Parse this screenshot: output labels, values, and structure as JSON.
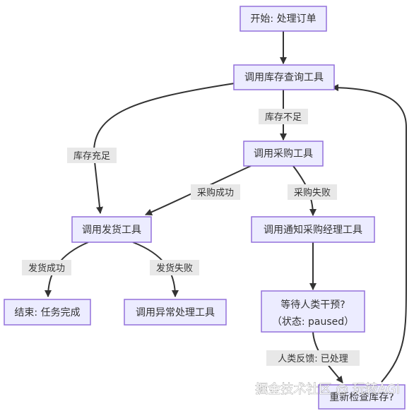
{
  "diagram": {
    "nodes": {
      "start": "开始: 处理订单",
      "query_inventory": "调用库存查询工具",
      "purchase": "调用采购工具",
      "ship": "调用发货工具",
      "notify_manager": "调用通知采购经理工具",
      "wait_human_line1": "等待人类干预?",
      "wait_human_line2": "（状态: paused）",
      "end": "结束: 任务完成",
      "exception": "调用异常处理工具",
      "recheck": "重新检查库存?"
    },
    "edge_labels": {
      "stock_insufficient": "库存不足",
      "stock_sufficient": "库存充足",
      "purchase_success": "采购成功",
      "purchase_failed": "采购失败",
      "ship_success": "发货成功",
      "ship_failed": "发货失败",
      "human_feedback": "人类反馈: 已处理"
    }
  },
  "watermark": "掘金技术社区 @ 玩转AGI",
  "colors": {
    "node_fill": "#ECECFF",
    "node_stroke": "#9370DB",
    "edge": "#333333",
    "label_bg": "#e8e8e8"
  }
}
